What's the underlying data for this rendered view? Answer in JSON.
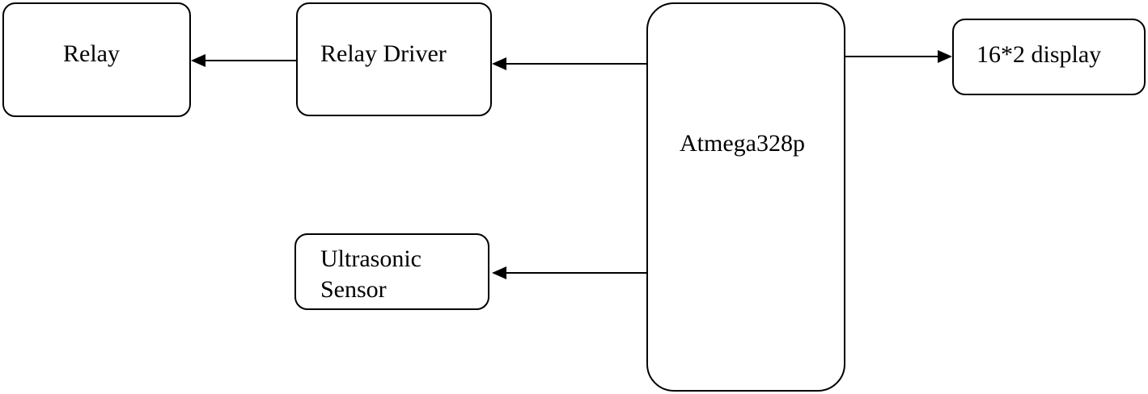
{
  "blocks": {
    "relay": "Relay",
    "relay_driver": "Relay Driver",
    "mcu": "Atmega328p",
    "display": "16*2 display",
    "sensor_line1": "Ultrasonic",
    "sensor_line2": "Sensor"
  },
  "colors": {
    "line": "#000000",
    "fill": "#ffffff"
  }
}
